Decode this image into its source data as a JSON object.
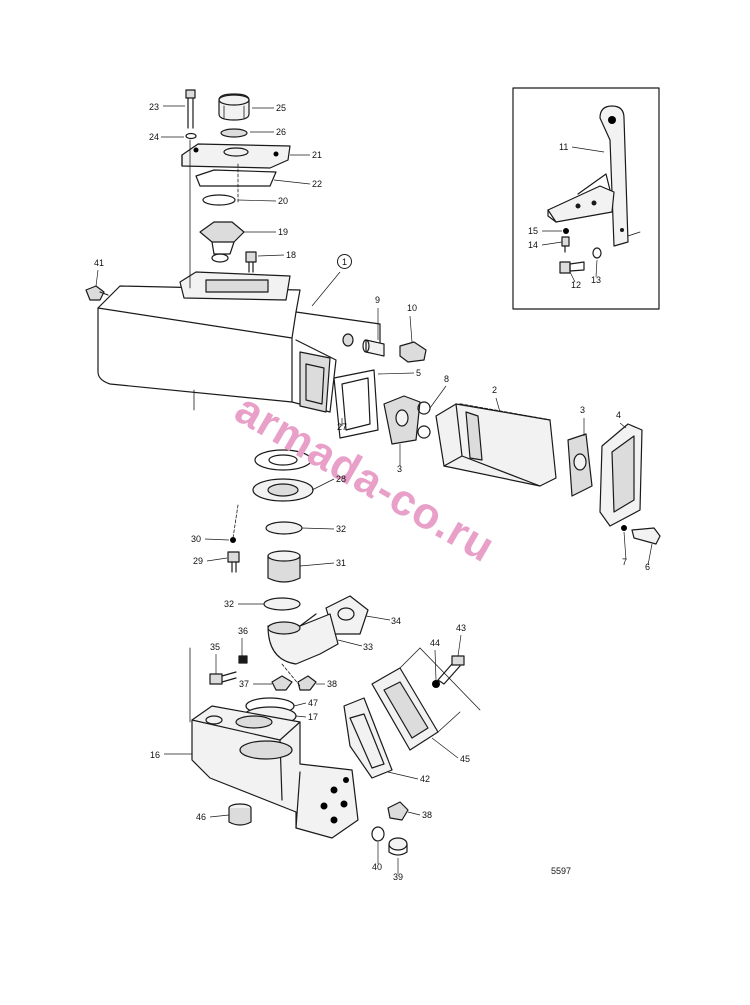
{
  "drawing_number": "5597",
  "watermark": {
    "text": "armada-co.ru",
    "color": "#e8a0c8"
  },
  "callouts": [
    "23",
    "25",
    "24",
    "26",
    "21",
    "22",
    "20",
    "19",
    "18",
    "41",
    "1",
    "9",
    "10",
    "5",
    "8",
    "2",
    "3",
    "4",
    "27",
    "3",
    "28",
    "30",
    "32",
    "29",
    "31",
    "32",
    "34",
    "36",
    "35",
    "33",
    "44",
    "43",
    "37",
    "38",
    "47",
    "17",
    "16",
    "42",
    "45",
    "46",
    "38",
    "40",
    "39",
    "7",
    "6",
    "11",
    "15",
    "14",
    "12",
    "13"
  ]
}
